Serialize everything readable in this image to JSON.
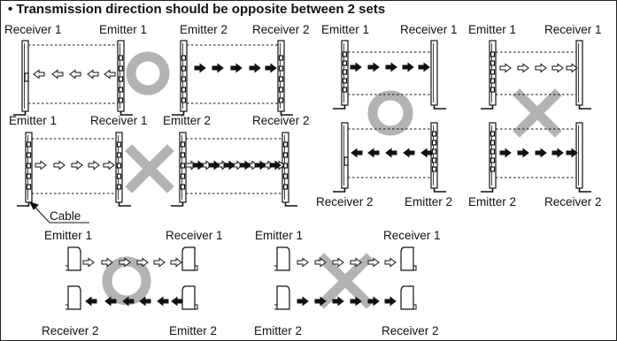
{
  "heading": "• Transmission direction should be opposite between 2 sets",
  "labels": {
    "tl_receiver1": "Receiver 1",
    "tl_emitter1": "Emitter 1",
    "tl_emitter2": "Emitter 2",
    "tl_receiver2": "Receiver 2",
    "tr1_emitter1": "Emitter 1",
    "tr1_receiver1": "Receiver 1",
    "tr1_receiver2": "Receiver 2",
    "tr1_emitter2": "Emitter 2",
    "tr2_emitter1": "Emitter 1",
    "tr2_receiver1": "Receiver 1",
    "tr2_emitter2": "Emitter 2",
    "tr2_receiver2": "Receiver 2",
    "ml_emitter1": "Emitter 1",
    "ml_receiver1": "Receiver 1",
    "ml_emitter2": "Emitter 2",
    "ml_receiver2": "Receiver 2",
    "cable": "Cable",
    "bl_emitter1": "Emitter 1",
    "bl_receiver1": "Receiver 1",
    "bl_receiver2": "Receiver 2",
    "bl_emitter2": "Emitter 2",
    "br_emitter1": "Emitter 1",
    "br_receiver1": "Receiver 1",
    "br_emitter2": "Emitter 2",
    "br_receiver2": "Receiver 2"
  },
  "colors": {
    "line": "#111111",
    "correct_mark": "#b3b3b3",
    "wrong_mark": "#b3b3b3"
  }
}
